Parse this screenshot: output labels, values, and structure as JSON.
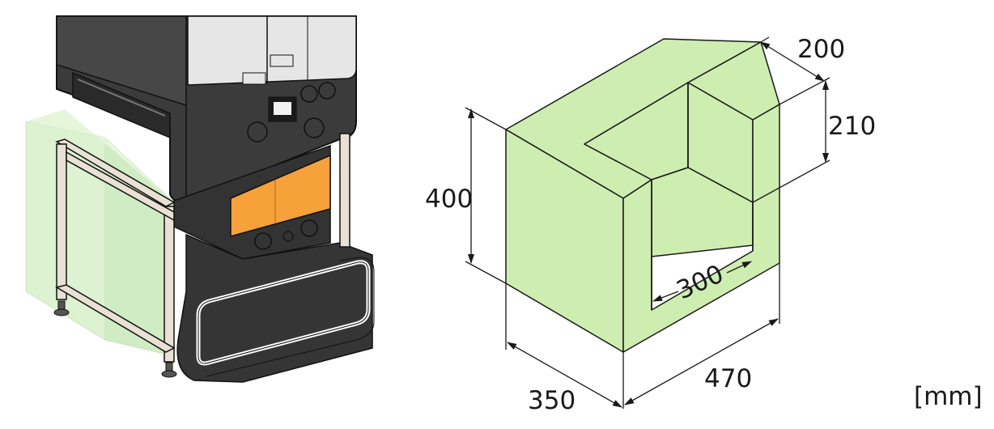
{
  "colors": {
    "block_fill": "#cdeeb0",
    "block_edge": "#1a1a1a",
    "machine_dark": "#3f3f3f",
    "machine_light": "#e6e6e6",
    "accent_orange": "#f6a13a",
    "frame_cream": "#e8e1d4",
    "zone_green": "#7cc95a"
  },
  "icons": {
    "machine": "fume-extraction-unit-illustration",
    "block": "clearance-block-icon"
  },
  "dimensions": {
    "depth": "350",
    "width": "470",
    "height": "400",
    "cut_depth": "200",
    "cut_height": "210",
    "cut_width": "300"
  },
  "unit_label": "[mm]"
}
